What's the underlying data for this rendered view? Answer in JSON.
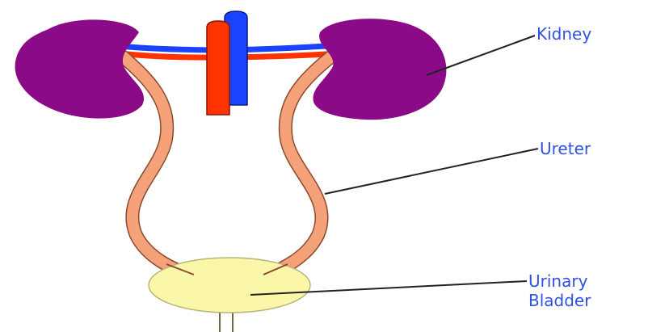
{
  "labels": {
    "kidney": "Kidney",
    "ureter": "Ureter",
    "bladder_line1": "Urinary",
    "bladder_line2": "Bladder"
  },
  "colors": {
    "kidney": "#8b0a87",
    "ureter": "#f5a27a",
    "ureter_outline": "#8b4a2e",
    "bladder": "#fbf7a8",
    "artery": "#ff3300",
    "vein": "#1a43ff",
    "label_text": "#2f52e0"
  }
}
